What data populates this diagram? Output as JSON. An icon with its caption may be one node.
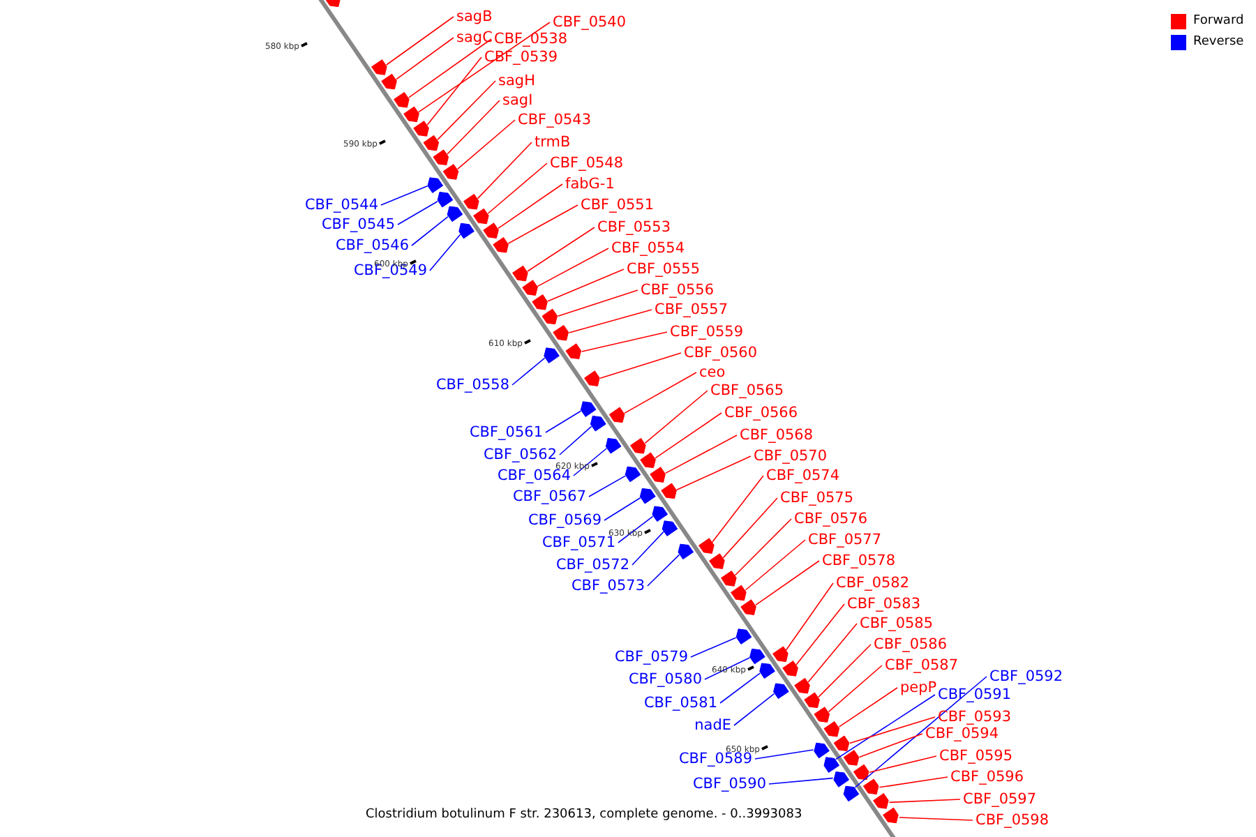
{
  "diagram": {
    "caption": "Clostridium botulinum F str. 230613, complete genome. - 0..3993083",
    "nodes": [
      {
        "text": [
          "sagB"
        ]
      },
      {
        "text": [
          "CBF_0540"
        ]
      },
      {
        "text": [
          "sagC"
        ]
      },
      {
        "text": [
          "CBF_0538"
        ]
      },
      {
        "text": [
          "CBF_0539"
        ]
      },
      {
        "text": [
          "sagH"
        ]
      },
      {
        "text": [
          "sagI"
        ]
      },
      {
        "text": [
          "CBF_0543"
        ]
      },
      {
        "text": [
          "trmB"
        ]
      },
      {
        "text": [
          "CBF_0548"
        ]
      },
      {
        "text": [
          "fabG-1"
        ]
      },
      {
        "text": [
          "CBF_0544"
        ]
      },
      {
        "text": [
          "CBF_0551"
        ]
      },
      {
        "text": [
          "CBF_0545"
        ]
      },
      {
        "text": [
          "CBF_0553"
        ]
      },
      {
        "text": [
          "CBF_0546"
        ]
      },
      {
        "text": [
          "CBF_0554"
        ]
      },
      {
        "text": [
          "CBF_0555"
        ]
      },
      {
        "text": [
          "CBF_0549"
        ]
      },
      {
        "text": [
          "CBF_0556"
        ]
      },
      {
        "text": [
          "CBF_0557"
        ]
      },
      {
        "text": [
          "CBF_0559"
        ]
      },
      {
        "text": [
          "CBF_0560"
        ]
      },
      {
        "text": [
          "ceo"
        ]
      },
      {
        "text": [
          "CBF_0558"
        ]
      },
      {
        "text": [
          "CBF_0565"
        ]
      },
      {
        "text": [
          "CBF_0566"
        ]
      },
      {
        "text": [
          "CBF_0561"
        ]
      },
      {
        "text": [
          "CBF_0568"
        ]
      },
      {
        "text": [
          "CBF_0562"
        ]
      },
      {
        "text": [
          "CBF_0570"
        ]
      },
      {
        "text": [
          "CBF_0564"
        ]
      },
      {
        "text": [
          "CBF_0574"
        ]
      },
      {
        "text": [
          "CBF_0567"
        ]
      },
      {
        "text": [
          "CBF_0575"
        ]
      },
      {
        "text": [
          "CBF_0576"
        ]
      },
      {
        "text": [
          "CBF_0569"
        ]
      },
      {
        "text": [
          "CBF_0577"
        ]
      },
      {
        "text": [
          "CBF_0571"
        ]
      },
      {
        "text": [
          "CBF_0578"
        ]
      },
      {
        "text": [
          "CBF_0572"
        ]
      },
      {
        "text": [
          "CBF_0582"
        ]
      },
      {
        "text": [
          "CBF_0573"
        ]
      },
      {
        "text": [
          "CBF_0583"
        ]
      },
      {
        "text": [
          "CBF_0585"
        ]
      },
      {
        "text": [
          "CBF_0586"
        ]
      },
      {
        "text": [
          "CBF_0579"
        ]
      },
      {
        "text": [
          "CBF_0587"
        ]
      },
      {
        "text": [
          "CBF_0592"
        ]
      },
      {
        "text": [
          "CBF_0580"
        ]
      },
      {
        "text": [
          "pepP"
        ]
      },
      {
        "text": [
          "CBF_0591"
        ]
      },
      {
        "text": [
          "CBF_0581"
        ]
      },
      {
        "text": [
          "CBF_0593"
        ]
      },
      {
        "text": [
          "nadE"
        ]
      },
      {
        "text": [
          "CBF_0594"
        ]
      },
      {
        "text": [
          "CBF_0595"
        ]
      },
      {
        "text": [
          "CBF_0589"
        ]
      },
      {
        "text": [
          "CBF_0596"
        ]
      },
      {
        "text": [
          "CBF_0590"
        ]
      },
      {
        "text": [
          "CBF_0597"
        ]
      },
      {
        "text": [
          "CBF_0598"
        ]
      },
      {
        "text": [],
        "shape": "arrow"
      },
      {
        "text": [],
        "shape": "arrow"
      },
      {
        "text": [],
        "shape": "arrow"
      },
      {
        "text": [],
        "shape": "arrow"
      },
      {
        "text": [],
        "shape": "arrow"
      },
      {
        "text": [],
        "shape": "arrow"
      },
      {
        "text": [],
        "shape": "arrow"
      },
      {
        "text": [],
        "shape": "arrow"
      },
      {
        "text": [],
        "shape": "arrow"
      },
      {
        "text": [],
        "shape": "arrow"
      },
      {
        "text": [],
        "shape": "arrow"
      },
      {
        "text": [],
        "shape": "arrow"
      },
      {
        "text": [],
        "shape": "arrow"
      },
      {
        "text": [],
        "shape": "arrow"
      },
      {
        "text": [],
        "shape": "arrow"
      },
      {
        "text": [],
        "shape": "arrow"
      },
      {
        "text": [],
        "shape": "arrow"
      },
      {
        "text": [],
        "shape": "arrow"
      },
      {
        "text": [],
        "shape": "arrow"
      },
      {
        "text": [],
        "shape": "arrow"
      },
      {
        "text": [],
        "shape": "arrow"
      },
      {
        "text": [],
        "shape": "arrow"
      },
      {
        "text": [],
        "shape": "arrow"
      },
      {
        "text": [],
        "shape": "arrow"
      },
      {
        "text": [],
        "shape": "arrow"
      },
      {
        "text": [],
        "shape": "arrow"
      },
      {
        "text": [],
        "shape": "arrow"
      },
      {
        "text": [],
        "shape": "arrow"
      },
      {
        "text": [],
        "shape": "arrow"
      },
      {
        "text": [],
        "shape": "arrow"
      },
      {
        "text": [],
        "shape": "arrow"
      },
      {
        "text": [],
        "shape": "arrow"
      },
      {
        "text": [],
        "shape": "arrow"
      },
      {
        "text": [],
        "shape": "arrow"
      },
      {
        "text": [],
        "shape": "arrow"
      },
      {
        "text": [],
        "shape": "arrow"
      },
      {
        "text": [],
        "shape": "arrow"
      },
      {
        "text": [],
        "shape": "arrow"
      },
      {
        "text": [],
        "shape": "arrow"
      },
      {
        "text": [],
        "shape": "arrow"
      },
      {
        "text": [],
        "shape": "arrow"
      },
      {
        "text": [],
        "shape": "arrow"
      },
      {
        "text": [],
        "shape": "arrow"
      },
      {
        "text": [],
        "shape": "arrow"
      },
      {
        "text": [],
        "shape": "arrow"
      },
      {
        "text": [],
        "shape": "arrow"
      },
      {
        "text": [],
        "shape": "arrow"
      },
      {
        "text": [],
        "shape": "arrow"
      },
      {
        "text": [],
        "shape": "arrow"
      },
      {
        "text": [],
        "shape": "arrow"
      },
      {
        "text": [],
        "shape": "arrow"
      },
      {
        "text": [],
        "shape": "arrow"
      },
      {
        "text": [],
        "shape": "arrow"
      },
      {
        "text": [],
        "shape": "arrow"
      },
      {
        "text": [],
        "shape": "arrow"
      },
      {
        "text": [],
        "shape": "arrow"
      },
      {
        "text": [],
        "shape": "arrow"
      },
      {
        "text": [],
        "shape": "arrow"
      },
      {
        "text": [],
        "shape": "arrow"
      },
      {
        "text": [],
        "shape": "arrow"
      },
      {
        "text": [],
        "shape": "arrow"
      },
      {
        "text": [],
        "shape": "arrow"
      },
      {
        "text": [],
        "shape": "arrow"
      }
    ],
    "edges": [
      {
        "from": 0,
        "to": 63,
        "arrow": "none"
      },
      {
        "from": 1,
        "to": 64,
        "arrow": "none"
      },
      {
        "from": 2,
        "to": 65,
        "arrow": "none"
      },
      {
        "from": 3,
        "to": 66,
        "arrow": "none"
      },
      {
        "from": 4,
        "to": 67,
        "arrow": "none"
      },
      {
        "from": 5,
        "to": 68,
        "arrow": "none"
      },
      {
        "from": 6,
        "to": 69,
        "arrow": "none"
      },
      {
        "from": 7,
        "to": 70,
        "arrow": "none"
      },
      {
        "from": 8,
        "to": 71,
        "arrow": "none"
      },
      {
        "from": 9,
        "to": 72,
        "arrow": "none"
      },
      {
        "from": 10,
        "to": 73,
        "arrow": "none"
      },
      {
        "from": 11,
        "to": 74,
        "arrow": "none",
        "color": "#0000ff"
      },
      {
        "from": 12,
        "to": 75,
        "arrow": "none"
      },
      {
        "from": 13,
        "to": 76,
        "arrow": "none",
        "color": "#0000ff"
      },
      {
        "from": 14,
        "to": 77,
        "arrow": "none"
      },
      {
        "from": 15,
        "to": 78,
        "arrow": "none",
        "color": "#0000ff"
      },
      {
        "from": 16,
        "to": 79,
        "arrow": "none"
      },
      {
        "from": 17,
        "to": 80,
        "arrow": "none"
      },
      {
        "from": 18,
        "to": 81,
        "arrow": "none",
        "color": "#0000ff"
      },
      {
        "from": 19,
        "to": 82,
        "arrow": "none"
      },
      {
        "from": 20,
        "to": 83,
        "arrow": "none"
      },
      {
        "from": 21,
        "to": 84,
        "arrow": "none"
      },
      {
        "from": 22,
        "to": 85,
        "arrow": "none"
      },
      {
        "from": 23,
        "to": 86,
        "arrow": "none"
      },
      {
        "from": 24,
        "to": 87,
        "arrow": "none",
        "color": "#0000ff"
      },
      {
        "from": 25,
        "to": 88,
        "arrow": "none"
      },
      {
        "from": 26,
        "to": 89,
        "arrow": "none"
      },
      {
        "from": 27,
        "to": 90,
        "arrow": "none",
        "color": "#0000ff"
      },
      {
        "from": 28,
        "to": 91,
        "arrow": "none"
      },
      {
        "from": 29,
        "to": 92,
        "arrow": "none",
        "color": "#0000ff"
      },
      {
        "from": 30,
        "to": 93,
        "arrow": "none"
      },
      {
        "from": 31,
        "to": 94,
        "arrow": "none",
        "color": "#0000ff"
      },
      {
        "from": 32,
        "to": 95,
        "arrow": "none"
      },
      {
        "from": 33,
        "to": 96,
        "arrow": "none",
        "color": "#0000ff"
      },
      {
        "from": 34,
        "to": 97,
        "arrow": "none"
      },
      {
        "from": 35,
        "to": 98,
        "arrow": "none"
      },
      {
        "from": 36,
        "to": 99,
        "arrow": "none",
        "color": "#0000ff"
      },
      {
        "from": 37,
        "to": 100,
        "arrow": "none"
      },
      {
        "from": 38,
        "to": 101,
        "arrow": "none",
        "color": "#0000ff"
      },
      {
        "from": 39,
        "to": 102,
        "arrow": "none"
      },
      {
        "from": 40,
        "to": 103,
        "arrow": "none",
        "color": "#0000ff"
      },
      {
        "from": 41,
        "to": 104,
        "arrow": "none"
      },
      {
        "from": 42,
        "to": 105,
        "arrow": "none",
        "color": "#0000ff"
      },
      {
        "from": 43,
        "to": 106,
        "arrow": "none"
      },
      {
        "from": 44,
        "to": 107,
        "arrow": "none"
      },
      {
        "from": 45,
        "to": 108,
        "arrow": "none"
      },
      {
        "from": 46,
        "to": 109,
        "arrow": "none",
        "color": "#0000ff"
      },
      {
        "from": 47,
        "to": 110,
        "arrow": "none"
      },
      {
        "from": 48,
        "to": 111,
        "arrow": "none",
        "color": "#0000ff"
      },
      {
        "from": 49,
        "to": 112,
        "arrow": "none",
        "color": "#0000ff"
      },
      {
        "from": 50,
        "to": 113,
        "arrow": "none"
      },
      {
        "from": 51,
        "to": 114,
        "arrow": "none",
        "color": "#0000ff"
      },
      {
        "from": 52,
        "to": 115,
        "arrow": "none",
        "color": "#0000ff"
      },
      {
        "from": 53,
        "to": 116,
        "arrow": "none"
      },
      {
        "from": 54,
        "to": 117,
        "arrow": "none",
        "color": "#0000ff"
      },
      {
        "from": 55,
        "to": 118,
        "arrow": "none"
      },
      {
        "from": 56,
        "to": 119,
        "arrow": "none"
      },
      {
        "from": 57,
        "to": 120,
        "arrow": "none",
        "color": "#0000ff"
      },
      {
        "from": 58,
        "to": 121,
        "arrow": "none"
      },
      {
        "from": 59,
        "to": 122,
        "arrow": "none",
        "color": "#0000ff"
      },
      {
        "from": 60,
        "to": 123,
        "arrow": "none"
      },
      {
        "from": 61,
        "to": 124,
        "arrow": "none"
      }
    ],
    "labels": [
      "580 kbp",
      "590 kbp",
      "600 kbp",
      "610 kbp",
      "620 kbp",
      "630 kbp",
      "640 kbp",
      "650 kbp"
    ],
    "legend": [
      {
        "text": "Forward",
        "color": "#ff0000"
      },
      {
        "text": "Reverse",
        "color": "#0000ff"
      }
    ]
  }
}
